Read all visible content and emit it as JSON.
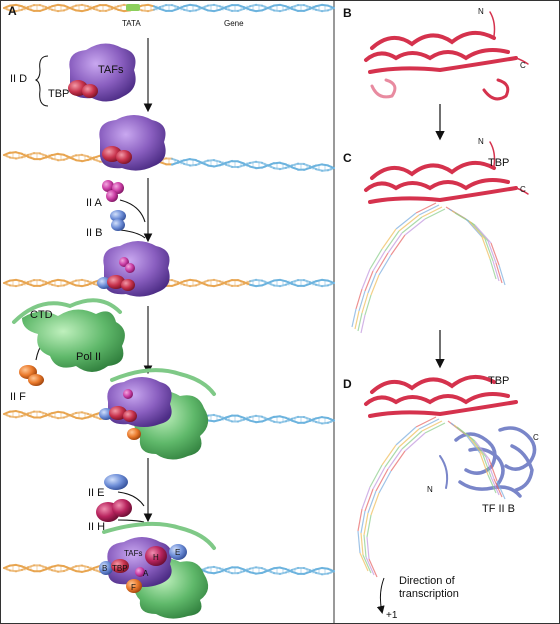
{
  "panels": {
    "A": {
      "letter": "A",
      "tata": "TATA",
      "gene": "Gene",
      "iid": "II D",
      "tafs": "TAFs",
      "tbp": "TBP",
      "iia": "II A",
      "iib": "II B",
      "ctd": "CTD",
      "pol2": "Pol II",
      "iif": "II F",
      "iie": "II E",
      "iih": "II H",
      "final": {
        "tafs": "TAFs",
        "tbp": "TBP",
        "b": "B",
        "a": "A",
        "f": "F",
        "h": "H",
        "e": "E"
      }
    },
    "B": {
      "letter": "B",
      "n": "N",
      "c": "C"
    },
    "C": {
      "letter": "C",
      "n": "N",
      "c": "C",
      "tbp": "TBP"
    },
    "D": {
      "letter": "D",
      "tbp": "TBP",
      "c": "C",
      "n": "N",
      "tf2b": "TF II B",
      "direction_line1": "Direction of",
      "direction_line2": "transcription",
      "plus1": "+1"
    }
  },
  "colors": {
    "border": "#333333",
    "dna_orange": "#e8a550",
    "dna_blue": "#6cb3de",
    "taf_purple": "#8a5fc0",
    "tbp_red": "#c8334d",
    "iia_magenta": "#cc3fa6",
    "iib_blue": "#6f8fd8",
    "pol_green": "#5fb86a",
    "iif_orange": "#ea7a2c",
    "protein_red": "#d5324d",
    "tf2b_blue": "#7a86c9",
    "tata_green": "#8ccf5b"
  }
}
